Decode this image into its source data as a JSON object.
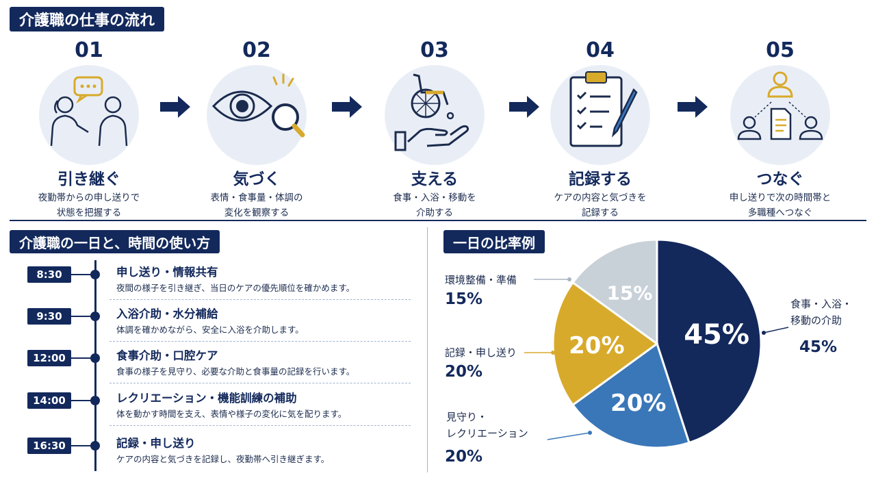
{
  "header": {
    "title": "介護職の仕事の流れ"
  },
  "steps": [
    {
      "num": "01",
      "title": "引き継ぐ",
      "desc1": "夜勤帯からの申し送りで",
      "desc2": "状態を把握する",
      "icon": "handover-conversation-icon"
    },
    {
      "num": "02",
      "title": "気づく",
      "desc1": "表情・食事量・体調の",
      "desc2": "変化を観察する",
      "icon": "eye-magnifier-icon"
    },
    {
      "num": "03",
      "title": "支える",
      "desc1": "食事・入浴・移動を",
      "desc2": "介助する",
      "icon": "wheelchair-hand-icon"
    },
    {
      "num": "04",
      "title": "記録する",
      "desc1": "ケアの内容と気づきを",
      "desc2": "記録する",
      "icon": "clipboard-pen-icon"
    },
    {
      "num": "05",
      "title": "つなぐ",
      "desc1": "申し送りで次の時間帯と",
      "desc2": "多職種へつなぐ",
      "icon": "team-document-icon"
    }
  ],
  "section2": {
    "title": "介護職の一日と、時間の使い方"
  },
  "timeline": [
    {
      "time": "8:30",
      "title": "申し送り・情報共有",
      "desc": "夜間の様子を引き継ぎ、当日のケアの優先順位を確かめます。"
    },
    {
      "time": "9:30",
      "title": "入浴介助・水分補給",
      "desc": "体調を確かめながら、安全に入浴を介助します。"
    },
    {
      "time": "12:00",
      "title": "食事介助・口腔ケア",
      "desc": "食事の様子を見守り、必要な介助と食事量の記録を行います。"
    },
    {
      "time": "14:00",
      "title": "レクリエーション・機能訓練の補助",
      "desc": "体を動かす時間を支え、表情や様子の変化に気を配ります。"
    },
    {
      "time": "16:30",
      "title": "記録・申し送り",
      "desc": "ケアの内容と気づきを記録し、夜勤帯へ引き継ぎます。"
    }
  ],
  "section3": {
    "title": "一日の比率例"
  },
  "chart_data": {
    "type": "pie",
    "title": "一日の比率例",
    "slices": [
      {
        "label": "食事・入浴・移動の介助",
        "label1": "食事・入浴・",
        "label2": "移動の介助",
        "value": 45,
        "display": "45%",
        "color": "#13295c"
      },
      {
        "label": "見守り・レクリエーション",
        "label1": "見守り・",
        "label2": "レクリエーション",
        "value": 20,
        "display": "20%",
        "color": "#3a77b8"
      },
      {
        "label": "記録・申し送り",
        "label1": "記録・申し送り",
        "label2": "",
        "value": 20,
        "display": "20%",
        "color": "#d8aa2b"
      },
      {
        "label": "環境整備・準備",
        "label1": "環境整備・準備",
        "label2": "",
        "value": 15,
        "display": "15%",
        "color": "#c8d0d8"
      }
    ]
  }
}
